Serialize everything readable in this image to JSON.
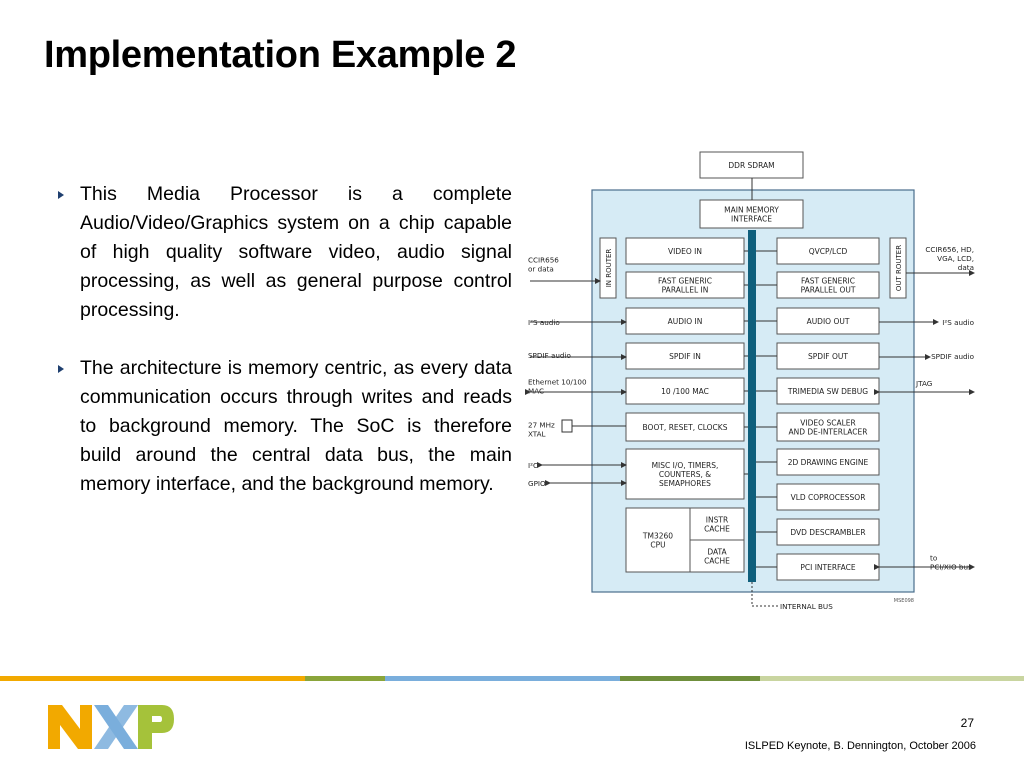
{
  "slide": {
    "title": "Implementation Example 2",
    "bullets": [
      "This Media Processor is a complete Audio/Video/Graphics system on a chip capable of high quality software video, audio signal processing, as well as general purpose control processing.",
      "The architecture is memory centric, as every data communication occurs through writes and reads to background memory. The SoC is therefore build around the central data bus, the main memory interface, and the background memory."
    ],
    "page_number": "27",
    "footer": "ISLPED Keynote, B. Dennington, October 2006",
    "logo_text": "NXP"
  },
  "diagram": {
    "ddr": "DDR SDRAM",
    "mmi": [
      "MAIN MEMORY",
      "INTERFACE"
    ],
    "in_router": "IN ROUTER",
    "out_router": "OUT ROUTER",
    "left_blocks": [
      [
        "VIDEO IN"
      ],
      [
        "FAST GENERIC",
        "PARALLEL IN"
      ],
      [
        "AUDIO IN"
      ],
      [
        "SPDIF IN"
      ],
      [
        "10 /100 MAC"
      ],
      [
        "BOOT, RESET, CLOCKS"
      ],
      [
        "MISC I/O, TIMERS,",
        "COUNTERS, &",
        "SEMAPHORES"
      ]
    ],
    "right_blocks": [
      [
        "QVCP/LCD"
      ],
      [
        "FAST GENERIC",
        "PARALLEL OUT"
      ],
      [
        "AUDIO OUT"
      ],
      [
        "SPDIF OUT"
      ],
      [
        "TRIMEDIA SW DEBUG"
      ],
      [
        "VIDEO SCALER",
        "AND DE-INTERLACER"
      ],
      [
        "2D DRAWING ENGINE"
      ],
      [
        "VLD COPROCESSOR"
      ],
      [
        "DVD DESCRAMBLER"
      ],
      [
        "PCI INTERFACE"
      ]
    ],
    "cpu": [
      "TM3260",
      "CPU"
    ],
    "instr_cache": [
      "INSTR",
      "CACHE"
    ],
    "data_cache": [
      "DATA",
      "CACHE"
    ],
    "ext_left": {
      "ccir": [
        "CCIR656",
        "or data"
      ],
      "i2s": "I²S audio",
      "spdif": "SPDIF audio",
      "ethernet": [
        "Ethernet 10/100",
        "MAC"
      ],
      "xtal": [
        "27 MHz",
        "XTAL"
      ],
      "i2c": "I²C",
      "gpio": "GPIO"
    },
    "ext_right": {
      "ccir": [
        "CCIR656, HD,",
        "VGA, LCD,",
        "data"
      ],
      "i2s": "I²S audio",
      "spdif": "SPDIF audio",
      "jtag": "JTAG",
      "pci": [
        "to",
        "PCI/XIO bus"
      ]
    },
    "internal_bus": "INTERNAL BUS",
    "figure_code": "MSE098"
  },
  "colors": {
    "chip_fill": "#d6ebf5",
    "chip_stroke": "#4a6d8c",
    "bus": "#0f5f7c",
    "bullet_mark": "#1f3f6f",
    "stripe": [
      "#f2a900",
      "#8aa53a",
      "#7aaedc",
      "#6f8f3c",
      "#c9d5a0"
    ],
    "logo_n": "#f2a900",
    "logo_x": "#7aaedc",
    "logo_p": "#a5c23a"
  }
}
